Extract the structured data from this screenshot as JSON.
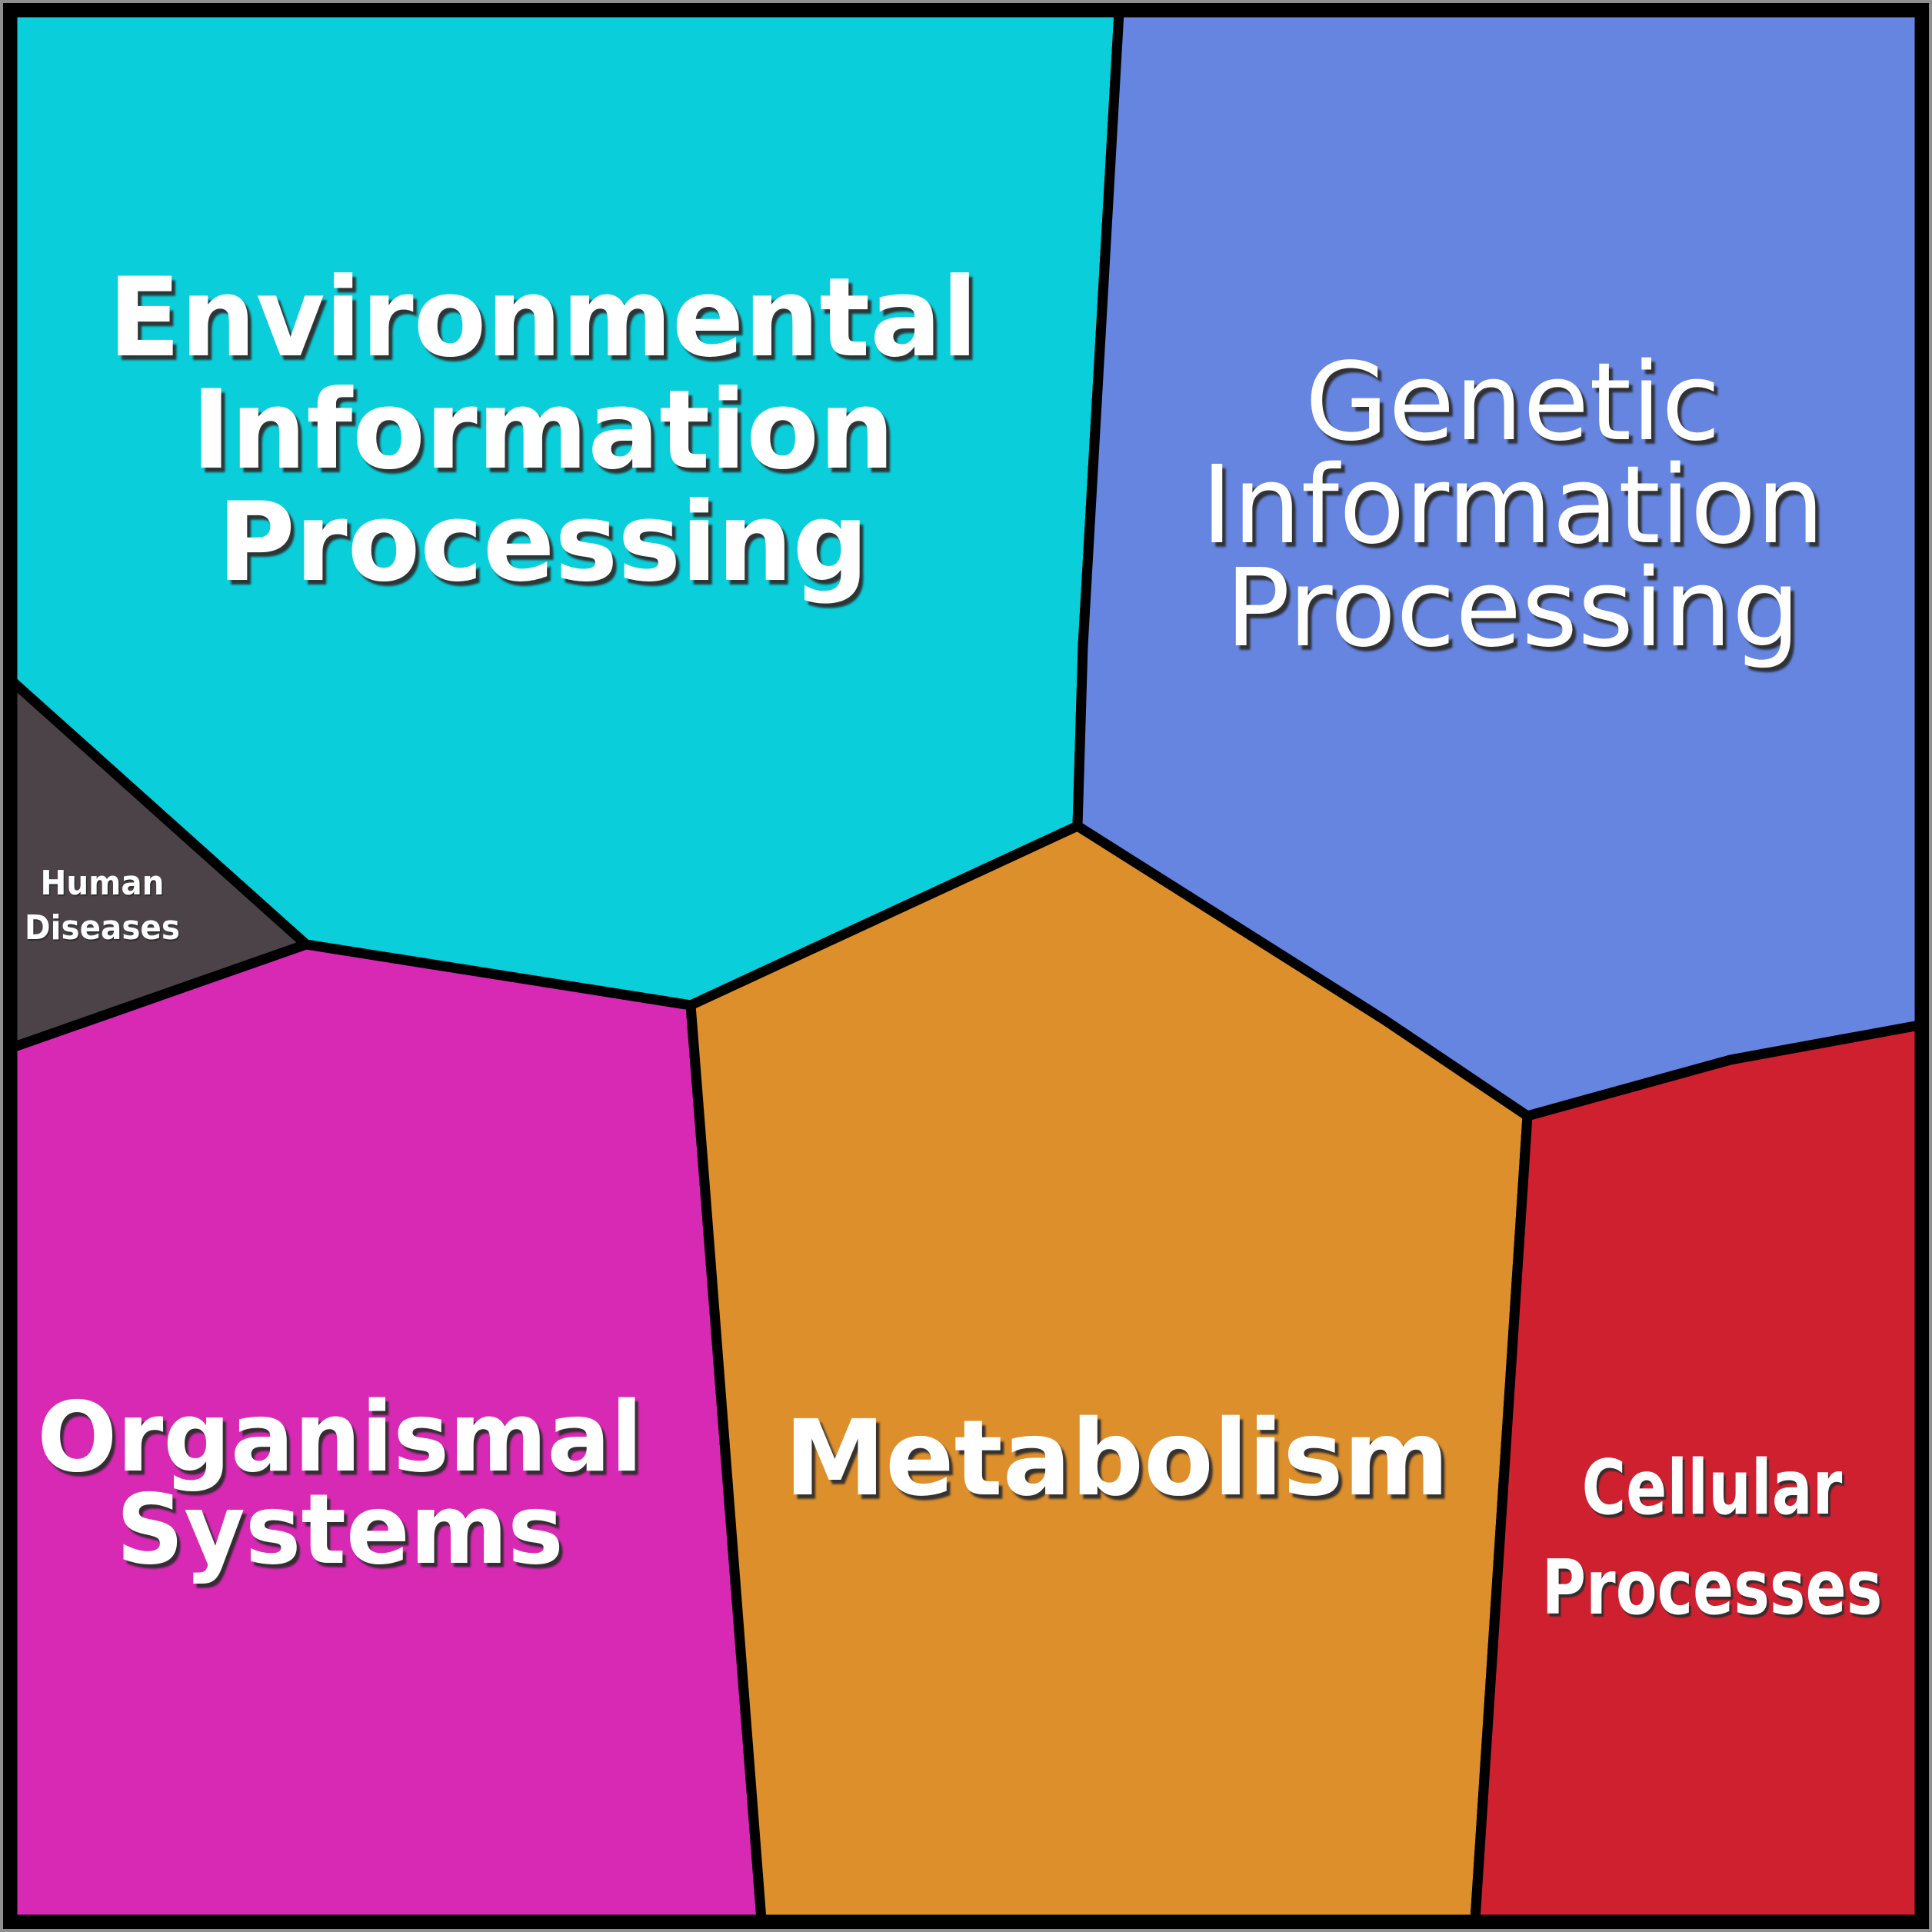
{
  "figure": {
    "kind": "voronoi-treemap",
    "border_color": "#000000",
    "rim_color": "#8f8f8f",
    "text_color": "#ffffff",
    "shadow_color": "#2d2d2d"
  },
  "regions": [
    {
      "id": "environmental-information-processing",
      "label": "Environmental Information Processing",
      "label_lines": [
        "Environmental",
        "Information",
        "Processing"
      ],
      "color": "#0acfdb"
    },
    {
      "id": "genetic-information-processing",
      "label": "Genetic Information Processing",
      "label_lines": [
        "Genetic",
        "Information",
        "Processing"
      ],
      "color": "#6585e0"
    },
    {
      "id": "human-diseases",
      "label": "Human Diseases",
      "label_lines": [
        "Human",
        "Diseases"
      ],
      "color": "#4b4347"
    },
    {
      "id": "organismal-systems",
      "label": "Organismal Systems",
      "label_lines": [
        "Organismal",
        "Systems"
      ],
      "color": "#d829b4"
    },
    {
      "id": "metabolism",
      "label": "Metabolism",
      "label_lines": [
        "Metabolism"
      ],
      "color": "#dd8f2c"
    },
    {
      "id": "cellular-processes",
      "label": "Cellular Processes",
      "label_lines": [
        "Cellular",
        "Processes"
      ],
      "color": "#cf2030"
    }
  ],
  "chart_data": {
    "type": "pie",
    "title": "",
    "categories": [
      "Environmental Information Processing",
      "Genetic Information Processing",
      "Metabolism",
      "Organismal Systems",
      "Cellular Processes",
      "Human Diseases"
    ],
    "values": [
      26.7,
      22.8,
      20.2,
      18.4,
      10.4,
      1.5
    ],
    "units": "percent of total area",
    "layout": {
      "style": "voronoi-treemap",
      "legend": "none",
      "grid": false,
      "labels": "inside-cells, white bold condensed text with dark drop shadow",
      "cell_border": "black, ~13px",
      "outer_border": "black frame with thin gray rim"
    }
  }
}
